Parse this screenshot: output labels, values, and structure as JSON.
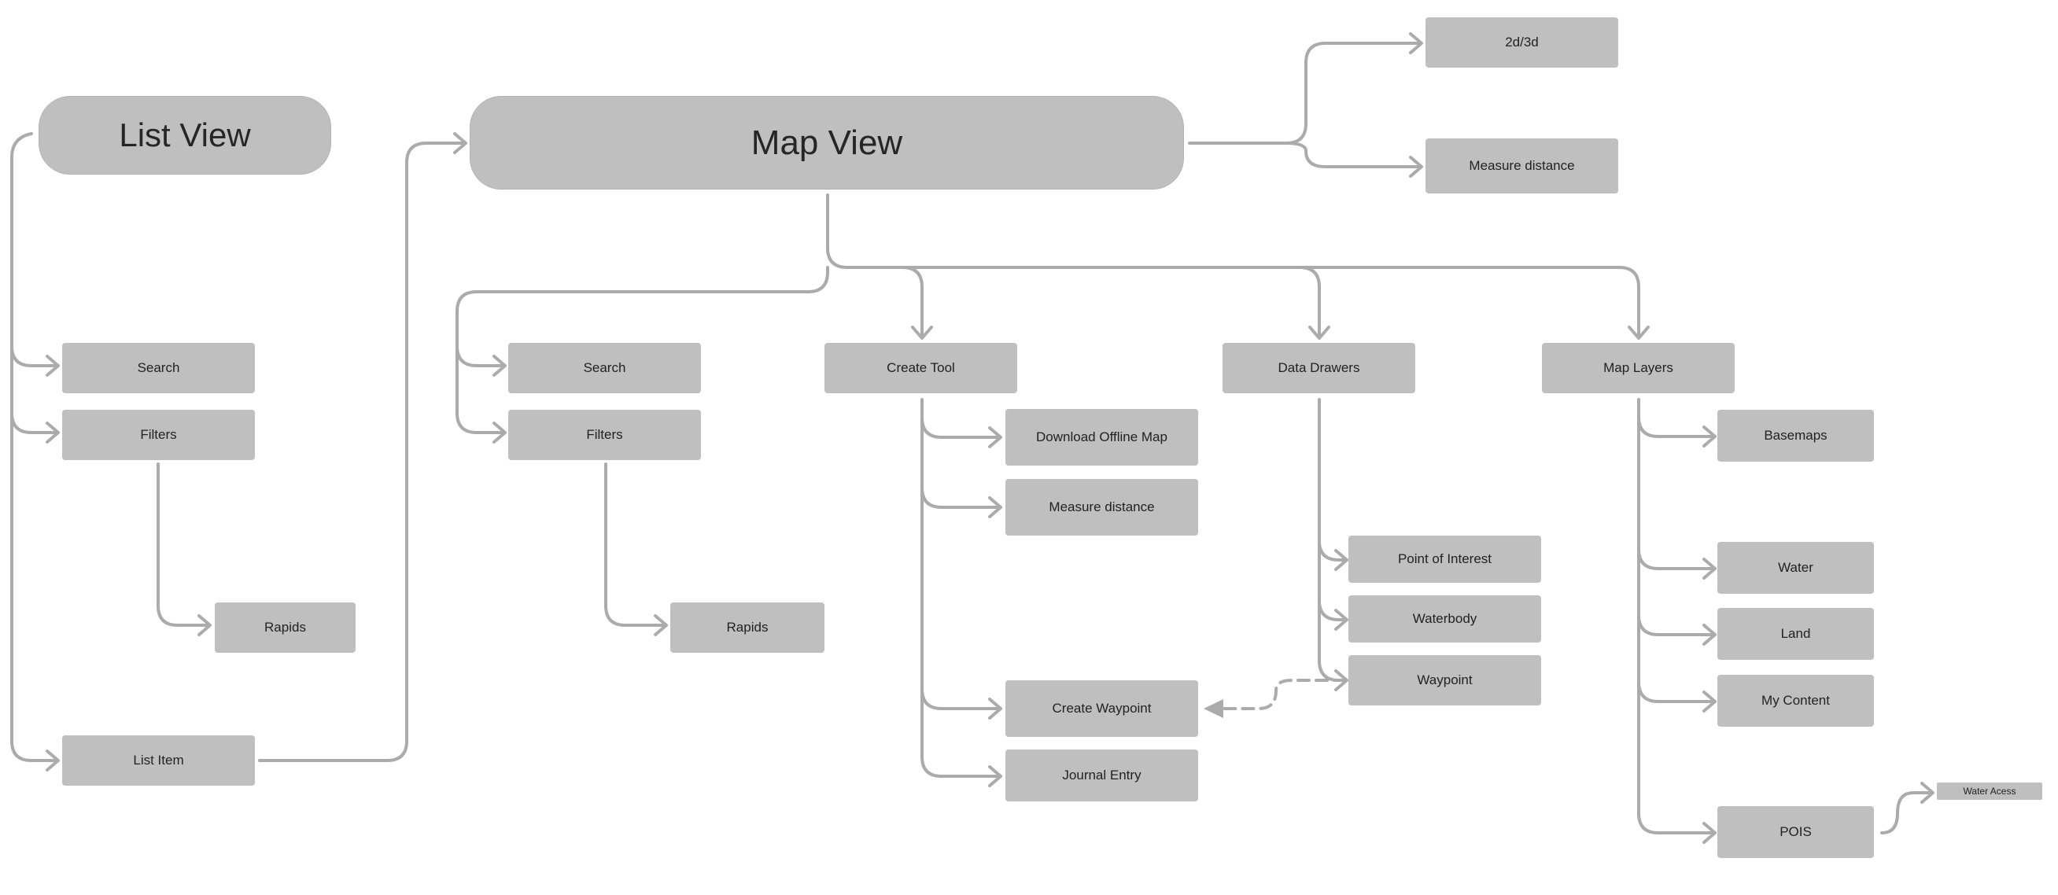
{
  "colors": {
    "node_fill": "#bfbfbf",
    "connector": "#ababab",
    "text": "#222222",
    "background": "#ffffff"
  },
  "nodes": {
    "list_view": "List View",
    "map_view": "Map View",
    "toggle_2d3d": "2d/3d",
    "measure_distance_top": "Measure distance",
    "list_search": "Search",
    "list_filters": "Filters",
    "list_rapids": "Rapids",
    "list_item": "List Item",
    "map_search": "Search",
    "map_filters": "Filters",
    "map_rapids": "Rapids",
    "create_tool": "Create Tool",
    "download_offline_map": "Download Offline Map",
    "measure_distance": "Measure distance",
    "create_waypoint": "Create Waypoint",
    "journal_entry": "Journal Entry",
    "data_drawers": "Data Drawers",
    "point_of_interest": "Point of Interest",
    "waterbody": "Waterbody",
    "waypoint": "Waypoint",
    "map_layers": "Map Layers",
    "basemaps": "Basemaps",
    "water": "Water",
    "land": "Land",
    "my_content": "My Content",
    "pois": "POIS",
    "water_access": "Water Acess"
  }
}
